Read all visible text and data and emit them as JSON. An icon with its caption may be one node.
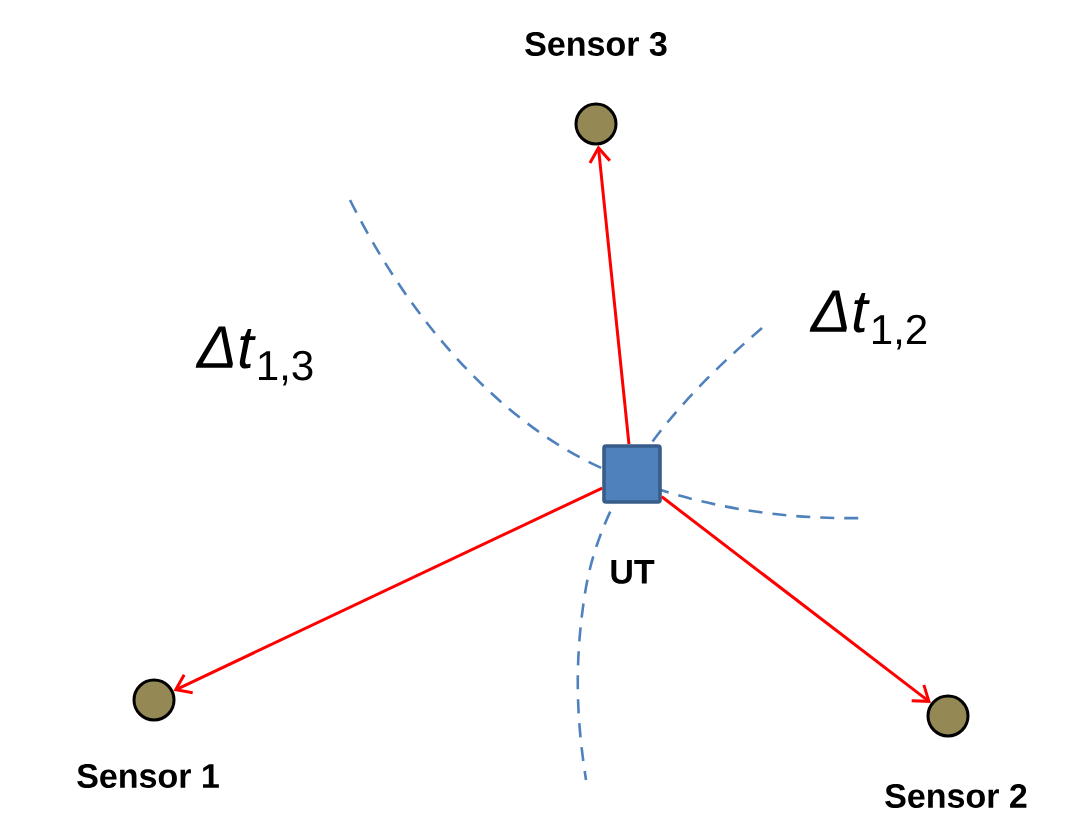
{
  "diagram": {
    "nodes": [
      {
        "text": [
          "UT"
        ]
      },
      {
        "text": [
          "Sensor 3"
        ]
      },
      {
        "text": [
          "Sensor 1"
        ]
      },
      {
        "text": [
          "Sensor 2"
        ]
      }
    ],
    "edges": [
      {
        "from": 0,
        "to": 1,
        "arrow": "to"
      },
      {
        "from": 0,
        "to": 2,
        "arrow": "to"
      },
      {
        "from": 0,
        "to": 3,
        "arrow": "to"
      }
    ],
    "labels": [
      "*Δt*$_{1,3}$",
      "*Δt*$_{1,2}$"
    ]
  }
}
